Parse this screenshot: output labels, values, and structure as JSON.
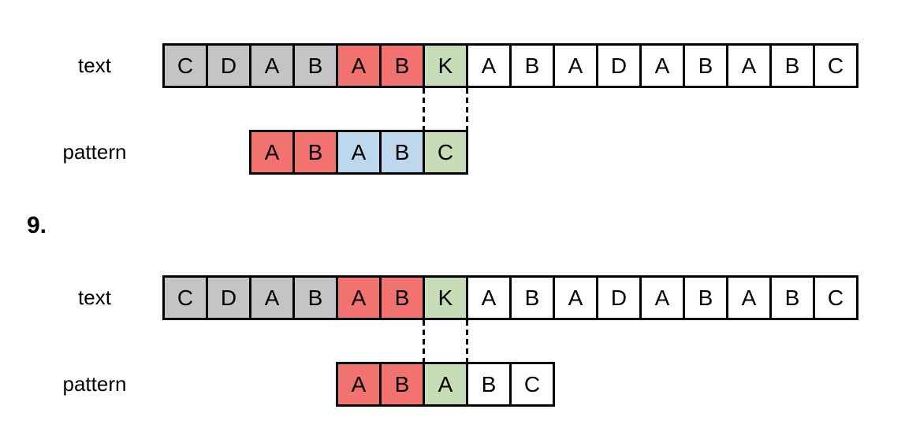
{
  "step_label": "9.",
  "colors": {
    "gray": "#c4c4c4",
    "red": "#f1726e",
    "green": "#c6dcb6",
    "blue": "#bdd7ec",
    "white": "#ffffff",
    "border": "#000000",
    "dash": "#000000"
  },
  "sections": [
    {
      "id": "alignment-top",
      "text_label": "text",
      "pattern_label": "pattern",
      "text_cells": [
        {
          "char": "C",
          "color": "gray"
        },
        {
          "char": "D",
          "color": "gray"
        },
        {
          "char": "A",
          "color": "gray"
        },
        {
          "char": "B",
          "color": "gray"
        },
        {
          "char": "A",
          "color": "red"
        },
        {
          "char": "B",
          "color": "red"
        },
        {
          "char": "K",
          "color": "green"
        },
        {
          "char": "A",
          "color": "white"
        },
        {
          "char": "B",
          "color": "white"
        },
        {
          "char": "A",
          "color": "white"
        },
        {
          "char": "D",
          "color": "white"
        },
        {
          "char": "A",
          "color": "white"
        },
        {
          "char": "B",
          "color": "white"
        },
        {
          "char": "A",
          "color": "white"
        },
        {
          "char": "B",
          "color": "white"
        },
        {
          "char": "C",
          "color": "white"
        }
      ],
      "pattern_cells": [
        {
          "char": "A",
          "color": "red"
        },
        {
          "char": "B",
          "color": "red"
        },
        {
          "char": "A",
          "color": "blue"
        },
        {
          "char": "B",
          "color": "blue"
        },
        {
          "char": "C",
          "color": "green"
        }
      ],
      "pattern_offset_cells": 2,
      "dash_columns": [
        6,
        7
      ]
    },
    {
      "id": "alignment-step-9",
      "text_label": "text",
      "pattern_label": "pattern",
      "text_cells": [
        {
          "char": "C",
          "color": "gray"
        },
        {
          "char": "D",
          "color": "gray"
        },
        {
          "char": "A",
          "color": "gray"
        },
        {
          "char": "B",
          "color": "gray"
        },
        {
          "char": "A",
          "color": "red"
        },
        {
          "char": "B",
          "color": "red"
        },
        {
          "char": "K",
          "color": "green"
        },
        {
          "char": "A",
          "color": "white"
        },
        {
          "char": "B",
          "color": "white"
        },
        {
          "char": "A",
          "color": "white"
        },
        {
          "char": "D",
          "color": "white"
        },
        {
          "char": "A",
          "color": "white"
        },
        {
          "char": "B",
          "color": "white"
        },
        {
          "char": "A",
          "color": "white"
        },
        {
          "char": "B",
          "color": "white"
        },
        {
          "char": "C",
          "color": "white"
        }
      ],
      "pattern_cells": [
        {
          "char": "A",
          "color": "red"
        },
        {
          "char": "B",
          "color": "red"
        },
        {
          "char": "A",
          "color": "green"
        },
        {
          "char": "B",
          "color": "white"
        },
        {
          "char": "C",
          "color": "white"
        }
      ],
      "pattern_offset_cells": 4,
      "dash_columns": [
        6,
        7
      ]
    }
  ]
}
